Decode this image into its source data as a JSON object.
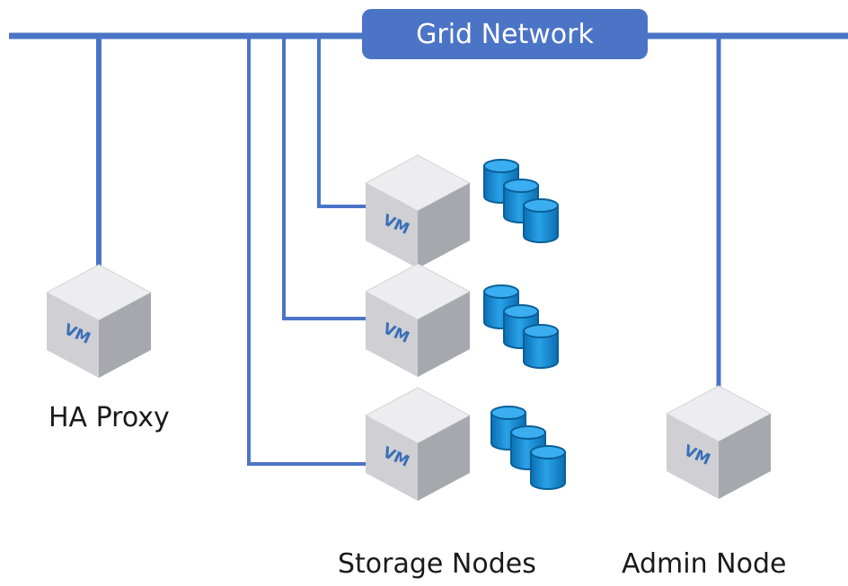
{
  "network": {
    "label": "Grid Network"
  },
  "nodes": {
    "ha_proxy": {
      "label": "HA Proxy",
      "vm_text": "VM"
    },
    "storage": {
      "label": "Storage Nodes",
      "vm_text": "VM",
      "count": 3
    },
    "admin": {
      "label": "Admin Node",
      "vm_text": "VM"
    }
  },
  "colors": {
    "network": "#4b74c6",
    "vm_top": "#e9e9ec",
    "vm_left": "#cdcdd2",
    "vm_right": "#a4a4ab",
    "vm_text": "#3a6fb8",
    "disk": "#1a8fd6"
  }
}
